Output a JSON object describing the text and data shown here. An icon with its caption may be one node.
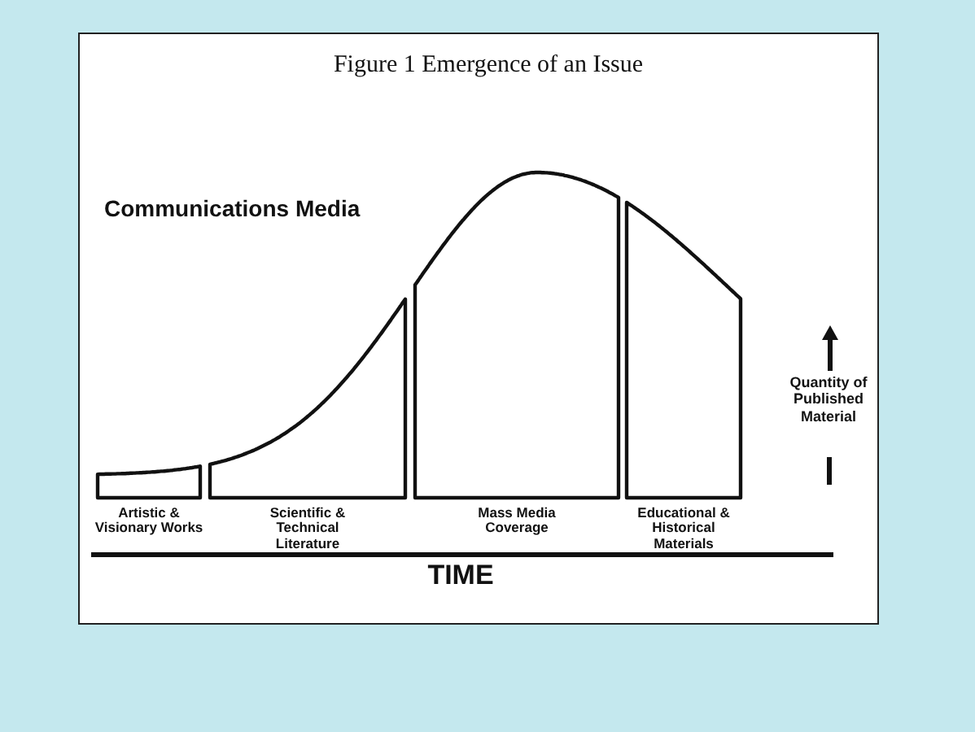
{
  "diagram": {
    "title": "Figure 1 Emergence of an Issue",
    "nodes": [
      {
        "text": [
          "Artistic & Visionary Works"
        ]
      },
      {
        "text": [
          "Scientific & Technical Literature"
        ]
      },
      {
        "text": [
          "Mass Media Coverage"
        ]
      },
      {
        "text": [
          "Educational & Historical Materials"
        ]
      }
    ],
    "labels": [
      "Communications Media",
      "Quantity of Published Material",
      "TIME"
    ]
  }
}
